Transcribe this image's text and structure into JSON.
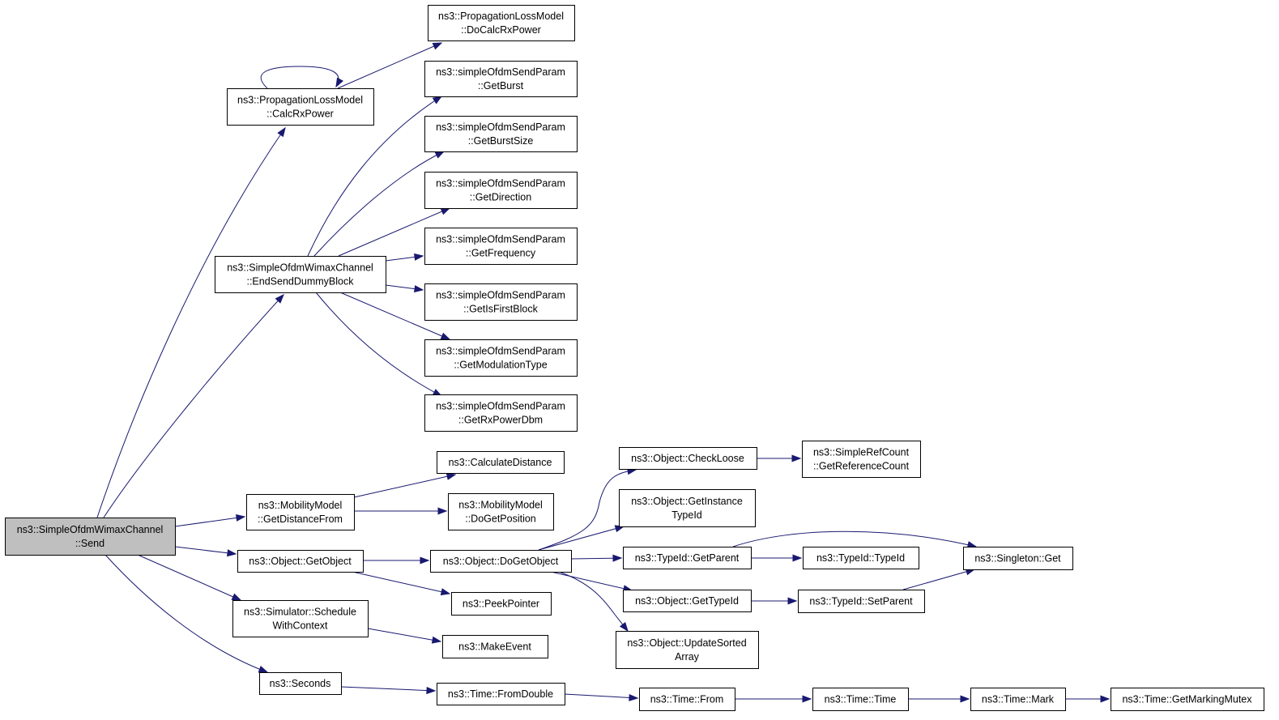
{
  "nodes": [
    {
      "id": "send",
      "lines": [
        "ns3::SimpleOfdmWimaxChannel",
        "::Send"
      ],
      "root": true
    },
    {
      "id": "calc_rx_power",
      "lines": [
        "ns3::PropagationLossModel",
        "::CalcRxPower"
      ]
    },
    {
      "id": "do_calc_rx_power",
      "lines": [
        "ns3::PropagationLossModel",
        "::DoCalcRxPower"
      ]
    },
    {
      "id": "end_send_dummy_block",
      "lines": [
        "ns3::SimpleOfdmWimaxChannel",
        "::EndSendDummyBlock"
      ]
    },
    {
      "id": "get_burst",
      "lines": [
        "ns3::simpleOfdmSendParam",
        "::GetBurst"
      ]
    },
    {
      "id": "get_burst_size",
      "lines": [
        "ns3::simpleOfdmSendParam",
        "::GetBurstSize"
      ]
    },
    {
      "id": "get_direction",
      "lines": [
        "ns3::simpleOfdmSendParam",
        "::GetDirection"
      ]
    },
    {
      "id": "get_frequency",
      "lines": [
        "ns3::simpleOfdmSendParam",
        "::GetFrequency"
      ]
    },
    {
      "id": "get_is_first_block",
      "lines": [
        "ns3::simpleOfdmSendParam",
        "::GetIsFirstBlock"
      ]
    },
    {
      "id": "get_modulation_type",
      "lines": [
        "ns3::simpleOfdmSendParam",
        "::GetModulationType"
      ]
    },
    {
      "id": "get_rx_power_dbm",
      "lines": [
        "ns3::simpleOfdmSendParam",
        "::GetRxPowerDbm"
      ]
    },
    {
      "id": "get_distance_from",
      "lines": [
        "ns3::MobilityModel",
        "::GetDistanceFrom"
      ]
    },
    {
      "id": "calculate_distance",
      "lines": [
        "ns3::CalculateDistance"
      ]
    },
    {
      "id": "do_get_position",
      "lines": [
        "ns3::MobilityModel",
        "::DoGetPosition"
      ]
    },
    {
      "id": "get_object",
      "lines": [
        "ns3::Object::GetObject"
      ]
    },
    {
      "id": "do_get_object",
      "lines": [
        "ns3::Object::DoGetObject"
      ]
    },
    {
      "id": "peek_pointer",
      "lines": [
        "ns3::PeekPointer"
      ]
    },
    {
      "id": "check_loose",
      "lines": [
        "ns3::Object::CheckLoose"
      ]
    },
    {
      "id": "get_reference_count",
      "lines": [
        "ns3::SimpleRefCount",
        "::GetReferenceCount"
      ]
    },
    {
      "id": "get_instance_type_id",
      "lines": [
        "ns3::Object::GetInstance",
        "TypeId"
      ]
    },
    {
      "id": "typeid_get_parent",
      "lines": [
        "ns3::TypeId::GetParent"
      ]
    },
    {
      "id": "typeid_typeid",
      "lines": [
        "ns3::TypeId::TypeId"
      ]
    },
    {
      "id": "singleton_get",
      "lines": [
        "ns3::Singleton::Get"
      ]
    },
    {
      "id": "object_get_type_id",
      "lines": [
        "ns3::Object::GetTypeId"
      ]
    },
    {
      "id": "typeid_set_parent",
      "lines": [
        "ns3::TypeId::SetParent"
      ]
    },
    {
      "id": "update_sorted_array",
      "lines": [
        "ns3::Object::UpdateSorted",
        "Array"
      ]
    },
    {
      "id": "schedule_with_context",
      "lines": [
        "ns3::Simulator::Schedule",
        "WithContext"
      ]
    },
    {
      "id": "make_event",
      "lines": [
        "ns3::MakeEvent"
      ]
    },
    {
      "id": "seconds",
      "lines": [
        "ns3::Seconds"
      ]
    },
    {
      "id": "time_from_double",
      "lines": [
        "ns3::Time::FromDouble"
      ]
    },
    {
      "id": "time_from",
      "lines": [
        "ns3::Time::From"
      ]
    },
    {
      "id": "time_time",
      "lines": [
        "ns3::Time::Time"
      ]
    },
    {
      "id": "time_mark",
      "lines": [
        "ns3::Time::Mark"
      ]
    },
    {
      "id": "time_get_marking_mutex",
      "lines": [
        "ns3::Time::GetMarkingMutex"
      ]
    }
  ],
  "edges": [
    [
      "send",
      "calc_rx_power"
    ],
    [
      "send",
      "end_send_dummy_block"
    ],
    [
      "send",
      "get_distance_from"
    ],
    [
      "send",
      "get_object"
    ],
    [
      "send",
      "schedule_with_context"
    ],
    [
      "send",
      "seconds"
    ],
    [
      "calc_rx_power",
      "calc_rx_power"
    ],
    [
      "calc_rx_power",
      "do_calc_rx_power"
    ],
    [
      "end_send_dummy_block",
      "get_burst"
    ],
    [
      "end_send_dummy_block",
      "get_burst_size"
    ],
    [
      "end_send_dummy_block",
      "get_direction"
    ],
    [
      "end_send_dummy_block",
      "get_frequency"
    ],
    [
      "end_send_dummy_block",
      "get_is_first_block"
    ],
    [
      "end_send_dummy_block",
      "get_modulation_type"
    ],
    [
      "end_send_dummy_block",
      "get_rx_power_dbm"
    ],
    [
      "get_distance_from",
      "calculate_distance"
    ],
    [
      "get_distance_from",
      "do_get_position"
    ],
    [
      "get_object",
      "do_get_object"
    ],
    [
      "get_object",
      "peek_pointer"
    ],
    [
      "do_get_object",
      "check_loose"
    ],
    [
      "do_get_object",
      "get_instance_type_id"
    ],
    [
      "do_get_object",
      "typeid_get_parent"
    ],
    [
      "do_get_object",
      "object_get_type_id"
    ],
    [
      "do_get_object",
      "update_sorted_array"
    ],
    [
      "check_loose",
      "get_reference_count"
    ],
    [
      "typeid_get_parent",
      "typeid_typeid"
    ],
    [
      "typeid_get_parent",
      "singleton_get"
    ],
    [
      "object_get_type_id",
      "typeid_set_parent"
    ],
    [
      "typeid_set_parent",
      "singleton_get"
    ],
    [
      "schedule_with_context",
      "make_event"
    ],
    [
      "seconds",
      "time_from_double"
    ],
    [
      "time_from_double",
      "time_from"
    ],
    [
      "time_from",
      "time_time"
    ],
    [
      "time_time",
      "time_mark"
    ],
    [
      "time_mark",
      "time_get_marking_mutex"
    ]
  ],
  "colors": {
    "edge": "#191970",
    "root_fill": "#bfbfbf",
    "node_fill": "#ffffff",
    "node_stroke": "#000000"
  }
}
